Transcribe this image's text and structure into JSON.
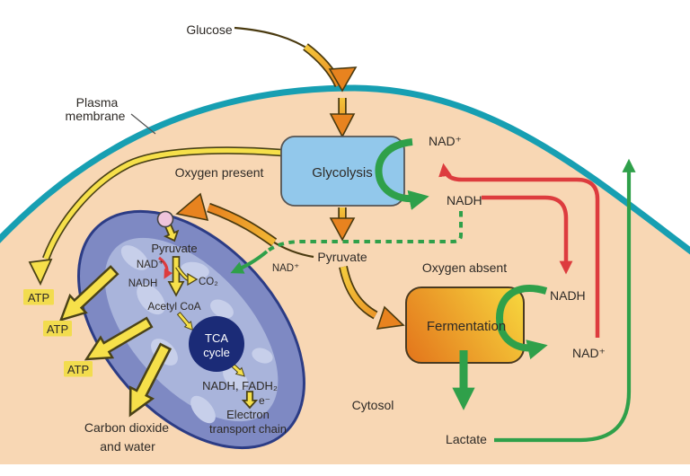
{
  "colors": {
    "cell_fill": "#F8D7B4",
    "membrane": "#179FB2",
    "glycolysis_box": "#92C8EB",
    "fermentation_orange": "#E3741B",
    "fermentation_yellow": "#F7D83E",
    "mitochondrion_outer": "#7E89C3",
    "mitochondrion_matrix": "#A9B4DB",
    "mitochondrion_blob": "#C7CFEA",
    "tca_circle": "#1B2B77",
    "atp_highlight": "#F2DC4E",
    "arrow_yellow": "#F6E04A",
    "arrow_orange": "#E8831F",
    "arrow_green": "#2FA04A",
    "arrow_red": "#DD3C3E",
    "pore_pink": "#EFC4DB"
  },
  "cell": {
    "glucose": "Glucose",
    "plasma_membrane": [
      "Plasma",
      "membrane"
    ],
    "oxygen_present": "Oxygen present",
    "oxygen_absent": "Oxygen absent",
    "cytosol": "Cytosol"
  },
  "glycolysis": {
    "box": "Glycolysis",
    "nad_plus": "NAD⁺",
    "nadh": "NADH",
    "pyruvate": "Pyruvate"
  },
  "fermentation": {
    "box": "Fermentation",
    "nadh": "NADH",
    "nad_plus": "NAD⁺",
    "lactate": "Lactate"
  },
  "mitochondrion": {
    "pyruvate": "Pyruvate",
    "nad_plus": "NAD⁺",
    "nadh": "NADH",
    "co2": "CO₂",
    "acetyl_coa": "Acetyl CoA",
    "nad_plus_entry": "NAD⁺",
    "tca": [
      "TCA",
      "cycle"
    ],
    "nadh_fadh2": "NADH, FADH₂",
    "electron": "e⁻",
    "etc": [
      "Electron",
      "transport chain"
    ]
  },
  "outputs": {
    "atp": [
      "ATP",
      "ATP",
      "ATP"
    ],
    "carbon_dioxide_water": [
      "Carbon dioxide",
      "and water"
    ]
  }
}
